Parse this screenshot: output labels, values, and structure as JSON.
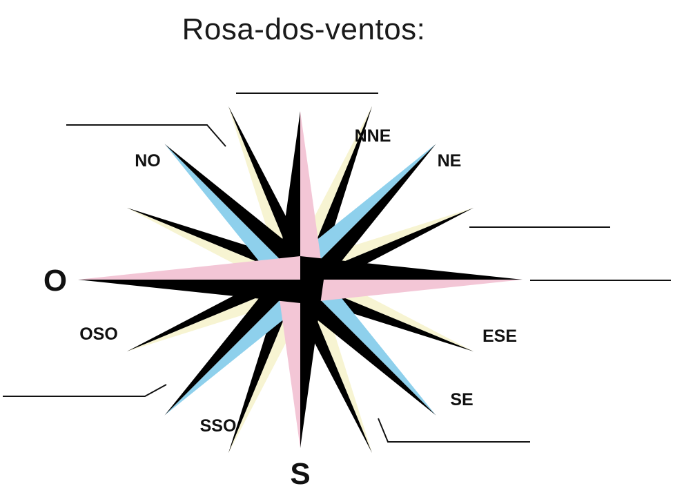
{
  "title": "Rosa-dos-ventos:",
  "labels": {
    "nne": "NNE",
    "ne": "NE",
    "no": "NO",
    "o": "O",
    "oso": "OSO",
    "ese": "ESE",
    "se": "SE",
    "sso": "SSO",
    "s": "S"
  },
  "colors": {
    "pink": "#f3c6d6",
    "blue": "#8ed0ec",
    "cream": "#f7f4d2",
    "black": "#000000"
  }
}
